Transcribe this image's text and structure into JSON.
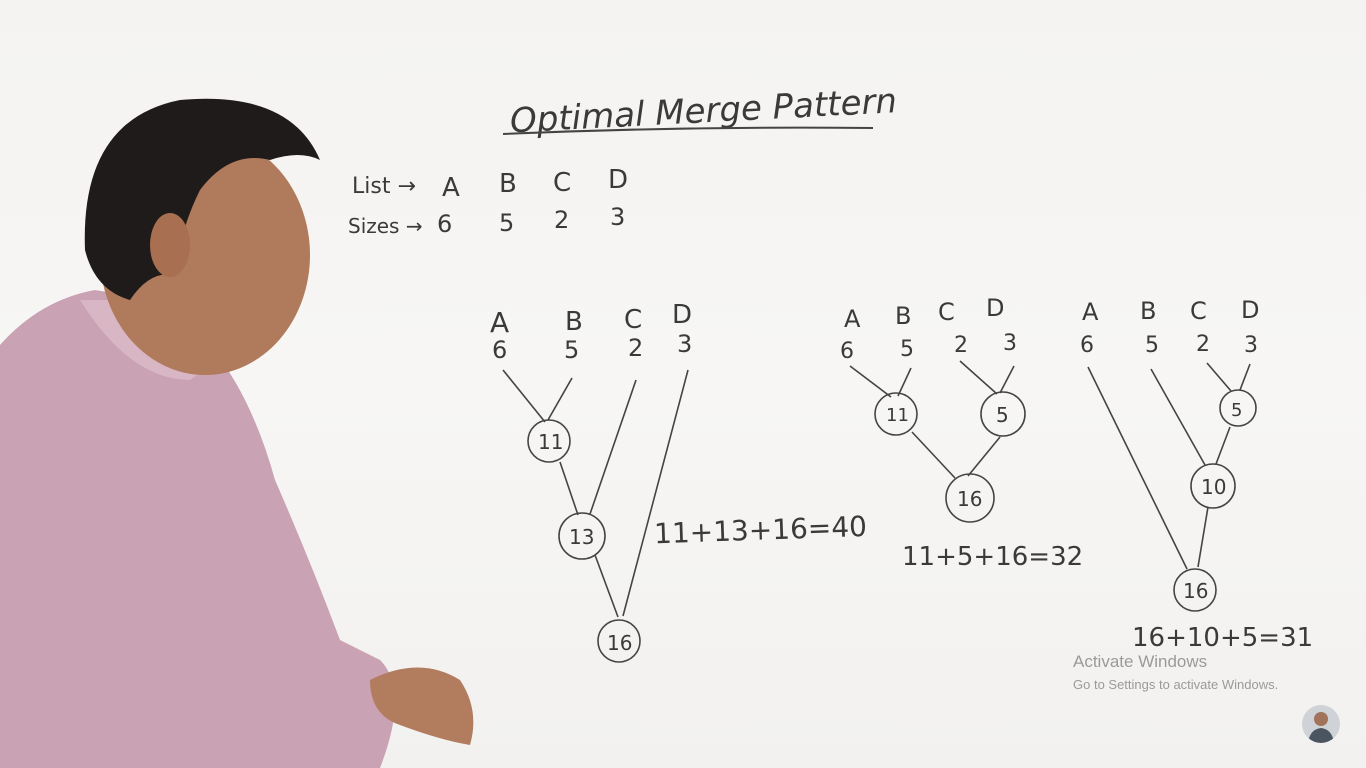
{
  "board": {
    "title": "Optimal Merge Pattern",
    "list_label": "List →",
    "sizes_label": "Sizes →",
    "files": [
      "A",
      "B",
      "C",
      "D"
    ],
    "sizes": [
      "6",
      "5",
      "2",
      "3"
    ],
    "trees": [
      {
        "files": [
          "A",
          "B",
          "C",
          "D"
        ],
        "sizes": [
          "6",
          "5",
          "2",
          "3"
        ],
        "nodes": [
          "11",
          "13",
          "16"
        ],
        "cost": "11+13+16=40"
      },
      {
        "files": [
          "A",
          "B",
          "C",
          "D"
        ],
        "sizes": [
          "6",
          "5",
          "2",
          "3"
        ],
        "nodes": [
          "11",
          "5",
          "16"
        ],
        "cost": "11+5+16=32"
      },
      {
        "files": [
          "A",
          "B",
          "C",
          "D"
        ],
        "sizes": [
          "6",
          "5",
          "2",
          "3"
        ],
        "nodes": [
          "5",
          "10",
          "16"
        ],
        "cost": "16+10+5=31"
      }
    ]
  },
  "watermark": {
    "title": "Activate Windows",
    "subtitle": "Go to Settings to activate Windows."
  }
}
